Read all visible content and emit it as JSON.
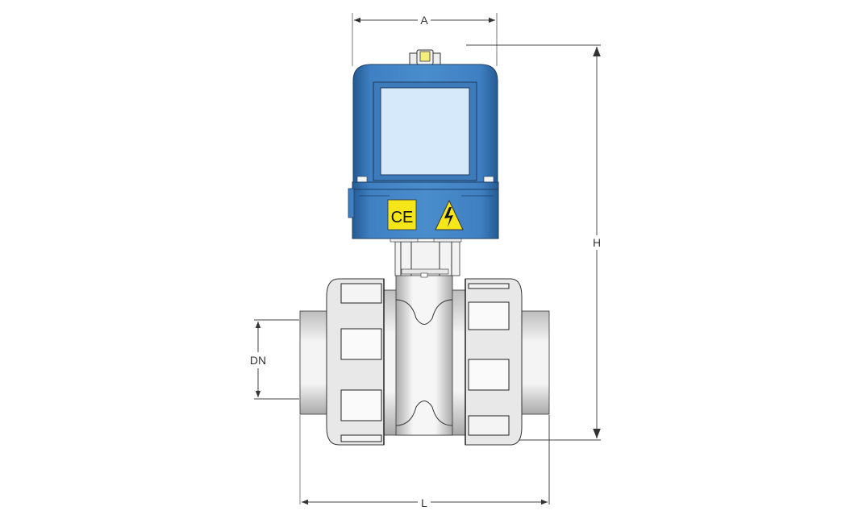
{
  "diagram": {
    "subject": "Electrically actuated ball valve (dimension drawing)",
    "dimensions": {
      "A": "A",
      "H": "H",
      "DN": "DN",
      "L": "L"
    },
    "labels": {
      "ce_mark": "CE",
      "warning_icon": "high-voltage-warning-icon"
    },
    "colors": {
      "actuator_blue": "#3f7fbf",
      "actuator_dark": "#1f4f80",
      "window": "#d6e9fb",
      "label_yellow": "#f5e61a",
      "valve_grey": "#d9d9d9",
      "dim_line": "#555555"
    }
  }
}
